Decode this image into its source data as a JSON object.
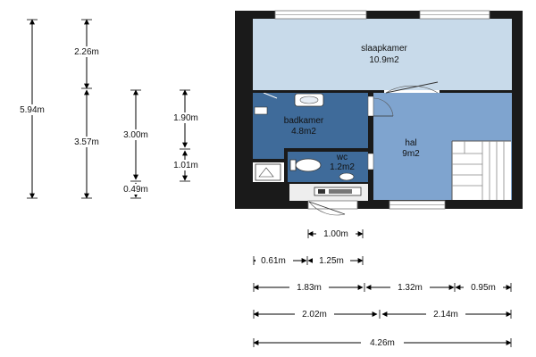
{
  "rooms": {
    "slaapkamer": {
      "name": "slaapkamer",
      "area": "10.9m2",
      "color": "#c8daea"
    },
    "badkamer": {
      "name": "badkamer",
      "area": "4.8m2",
      "color": "#3f6b9a"
    },
    "wc": {
      "name": "wc",
      "area": "1.2m2",
      "color": "#3f6b9a"
    },
    "hal": {
      "name": "hal",
      "area": "9m2",
      "color": "#7fa4cf"
    }
  },
  "dimensions": {
    "vertical": {
      "total": "5.94m",
      "upper": "2.26m",
      "lower": "3.57m",
      "middle": "3.00m",
      "small": "0.49m",
      "top_right": "1.90m",
      "bottom_right": "1.01m"
    },
    "horizontal": {
      "row1": "1.00m",
      "row2_a": "0.61m",
      "row2_b": "1.25m",
      "row3_a": "1.83m",
      "row3_b": "1.32m",
      "row3_c": "0.95m",
      "row4_a": "2.02m",
      "row4_b": "2.14m",
      "row5": "4.26m"
    }
  }
}
